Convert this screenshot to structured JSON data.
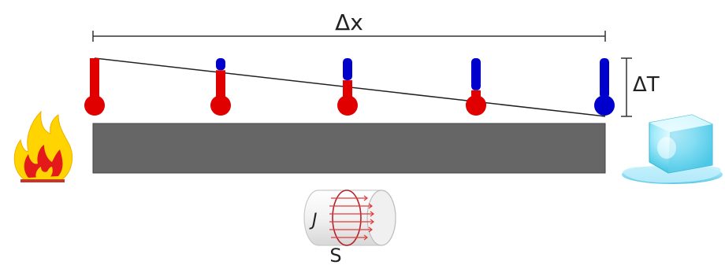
{
  "labels": {
    "delta_x": "Δx",
    "delta_t": "ΔT",
    "flux_symbol": "J",
    "area_symbol": "S"
  },
  "colors": {
    "hot": "#e00000",
    "cold": "#0000cc",
    "bar": "#666666",
    "flame_outer": "#ffd400",
    "flame_inner": "#e41a1a",
    "ice": "#8fe2f5",
    "flux_lines": "#e23a3a"
  },
  "thermometers": [
    {
      "hot_fraction": 1.0
    },
    {
      "hot_fraction": 0.7
    },
    {
      "hot_fraction": 0.45
    },
    {
      "hot_fraction": 0.2
    },
    {
      "hot_fraction": 0.0
    }
  ],
  "icons": {
    "heat_source": "flame-icon",
    "cold_sink": "ice-cube-icon",
    "cross_section": "cylinder-cross-section-icon"
  }
}
